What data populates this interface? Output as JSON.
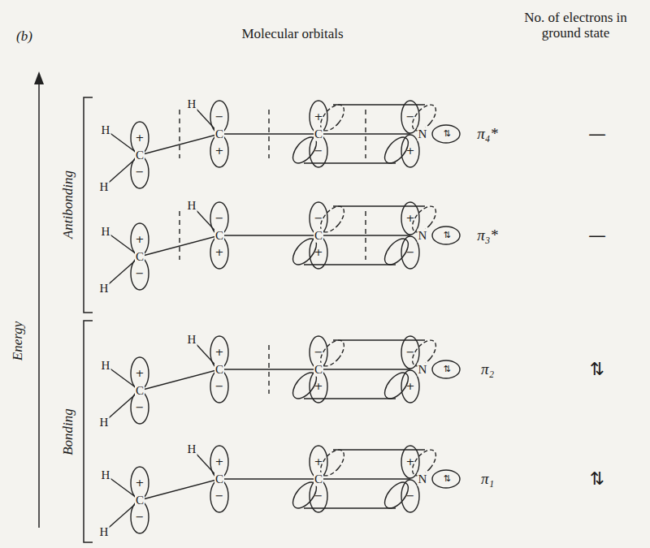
{
  "diagram": {
    "labels": [
      "(b)",
      "Molecular orbitals",
      "No. of electrons in ground state",
      "Energy",
      "Antibonding",
      "Bonding",
      "H",
      "H",
      "H",
      "C",
      "C",
      "C",
      "N",
      "+",
      "−",
      "−",
      "+",
      "+",
      "−",
      "−",
      "+",
      "⇅",
      "π₄*",
      "—",
      "H",
      "H",
      "H",
      "C",
      "C",
      "C",
      "N",
      "+",
      "−",
      "−",
      "+",
      "−",
      "+",
      "+",
      "−",
      "⇅",
      "π₃*",
      "—",
      "H",
      "H",
      "H",
      "C",
      "C",
      "C",
      "N",
      "+",
      "−",
      "+",
      "−",
      "−",
      "+",
      "−",
      "+",
      "⇅",
      "π₂",
      "⇅",
      "H",
      "H",
      "H",
      "C",
      "C",
      "C",
      "N",
      "+",
      "−",
      "+",
      "−",
      "+",
      "−",
      "+",
      "−",
      "⇅",
      "π₁",
      "⇅"
    ]
  }
}
